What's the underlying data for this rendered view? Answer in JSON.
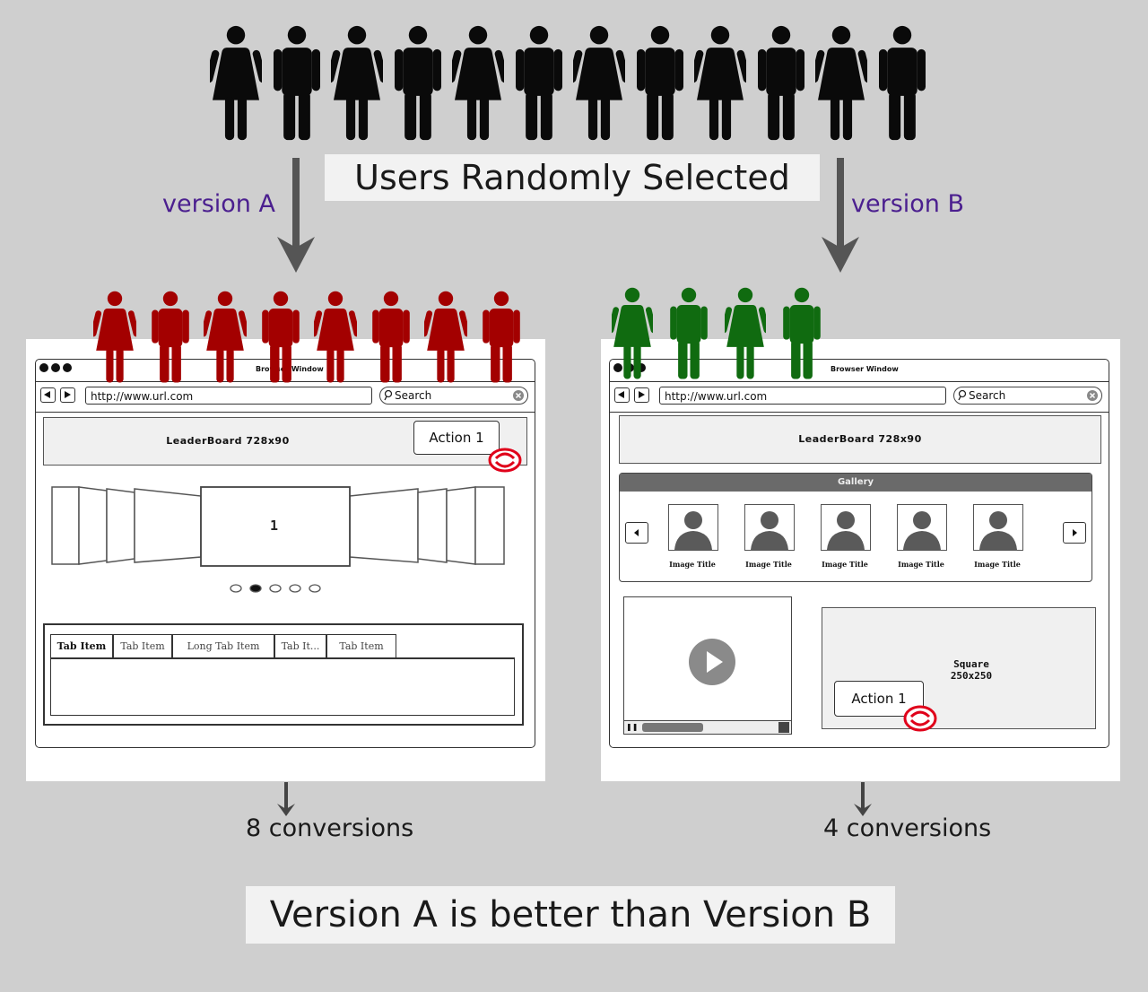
{
  "header": {
    "title": "Users Randomly Selected",
    "version_a_label": "version A",
    "version_b_label": "version B"
  },
  "colors": {
    "crowd": "#0a0a0a",
    "version_a_converted": "#a30000",
    "version_b_converted": "#106b10",
    "label_purple": "#4b1f8f",
    "conversion_mark": "#e0001a"
  },
  "crowd": {
    "pattern": [
      "female",
      "male",
      "female",
      "male",
      "female",
      "male",
      "female",
      "male",
      "female",
      "male",
      "female",
      "male"
    ]
  },
  "version_a": {
    "converted_users": [
      "female",
      "male",
      "female",
      "male",
      "female",
      "male",
      "female",
      "male"
    ],
    "window_title": "Browser Window",
    "url": "http://www.url.com",
    "search_placeholder": "Search",
    "leaderboard": "LeaderBoard 728x90",
    "action_button": "Action 1",
    "carousel_label": "1",
    "tabs": [
      "Tab Item",
      "Tab Item",
      "Long Tab Item",
      "Tab It...",
      "Tab Item"
    ],
    "conversions": "8 conversions"
  },
  "version_b": {
    "converted_users": [
      "female",
      "male",
      "female",
      "male"
    ],
    "window_title": "Browser Window",
    "url": "http://www.url.com",
    "search_placeholder": "Search",
    "leaderboard": "LeaderBoard 728x90",
    "gallery_title": "Gallery",
    "gallery_items": [
      "Image Title",
      "Image Title",
      "Image Title",
      "Image Title",
      "Image Title"
    ],
    "square_label_1": "Square",
    "square_label_2": "250x250",
    "action_button": "Action 1",
    "conversions": "4 conversions"
  },
  "conclusion": "Version A is better than Version B",
  "icons": {
    "person_male": "male-person-icon",
    "person_female": "female-person-icon",
    "arrow_down": "arrow-down-icon",
    "conversion_mark": "conversion-mark-icon",
    "play": "play-icon",
    "avatar": "avatar-placeholder-icon"
  }
}
